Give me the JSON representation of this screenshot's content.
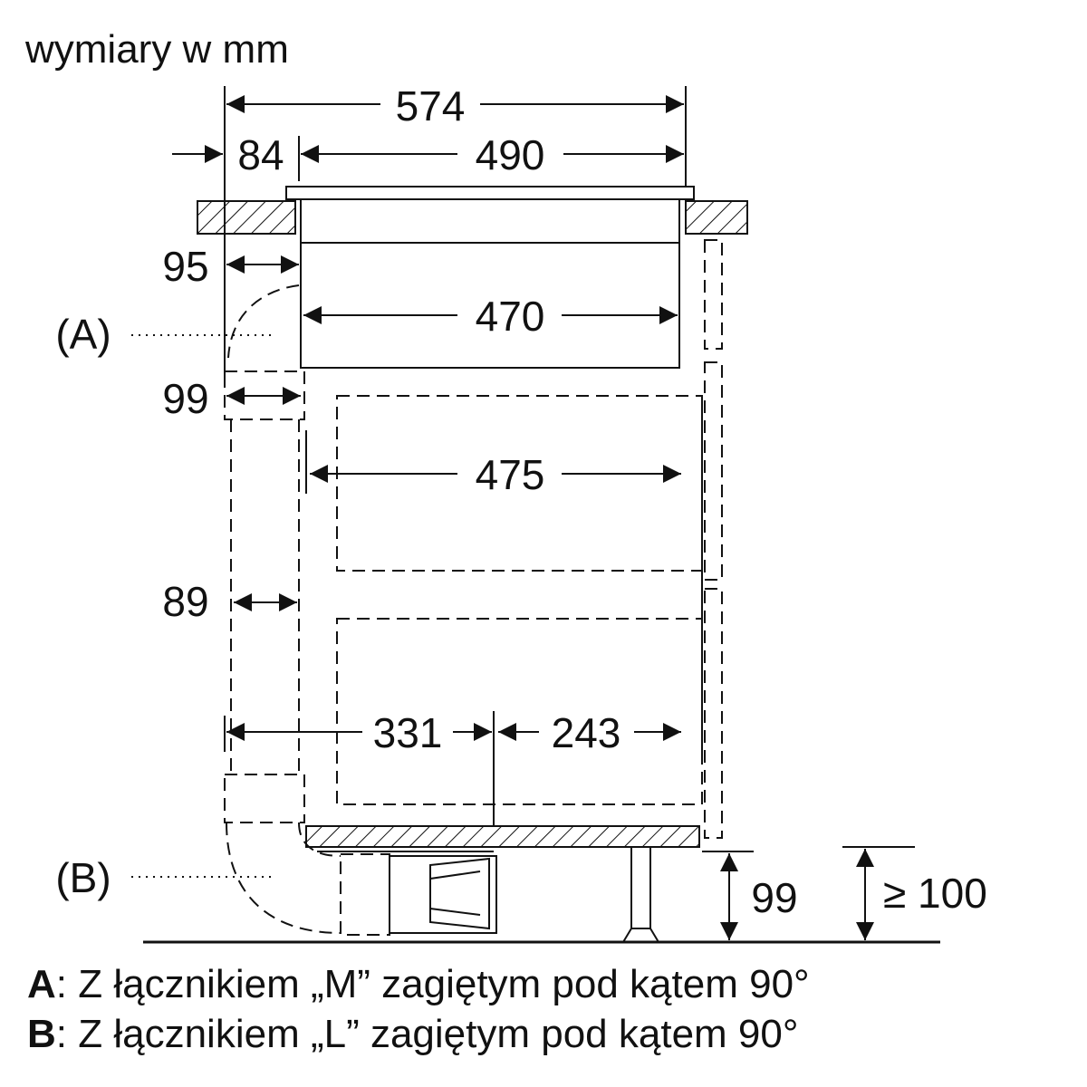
{
  "title": "wymiary w mm",
  "dimensions": {
    "overall_width": "574",
    "left_offset": "84",
    "cutout_width": "490",
    "gap_a": "95",
    "body_width": "470",
    "gap_duct": "99",
    "inner_width": "475",
    "duct_width": "89",
    "left_part": "331",
    "right_part": "243",
    "bottom_height": "99",
    "min_clearance": "≥ 100"
  },
  "callouts": {
    "a": "(A)",
    "b": "(B)"
  },
  "legend": [
    {
      "key": "A",
      "text": ": Z łącznikiem „M” zagiętym pod kątem 90°"
    },
    {
      "key": "B",
      "text": ": Z łącznikiem „L” zagiętym pod kątem 90°"
    }
  ]
}
